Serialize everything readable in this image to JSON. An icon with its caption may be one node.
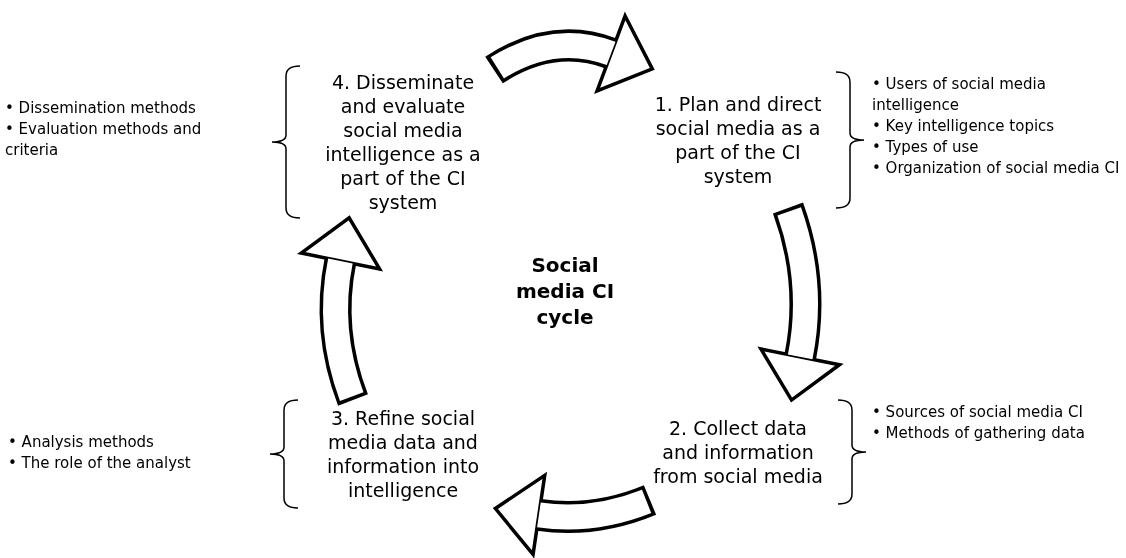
{
  "diagram": {
    "title": "Social media CI cycle",
    "nodes": [
      {
        "text": [
          "4. Disseminate and evaluate social media intelligence as a part of the CI system"
        ],
        "beside": [
          "• Dissemination methods",
          "• Evaluation methods and criteria"
        ]
      },
      {
        "text": [
          "1. Plan and direct social media as a part of the CI system"
        ],
        "beside": [
          "• Users of social media intelligence",
          "• Key intelligence topics",
          "• Types of use",
          "• Organization of social media CI"
        ]
      },
      {
        "text": [
          "3. Refine social media data and information into intelligence"
        ],
        "beside": [
          "• Analysis methods",
          "• The role of the analyst"
        ]
      },
      {
        "text": [
          "2. Collect data and information from social media"
        ],
        "beside": [
          "• Sources of social media CI",
          "• Methods of gathering data"
        ]
      }
    ],
    "edges": [
      {
        "from": 0,
        "to": 1,
        "arrow": "to"
      },
      {
        "from": 1,
        "to": 3,
        "arrow": "to"
      },
      {
        "from": 3,
        "to": 2,
        "arrow": "to"
      },
      {
        "from": 2,
        "to": 0,
        "arrow": "to"
      }
    ]
  }
}
